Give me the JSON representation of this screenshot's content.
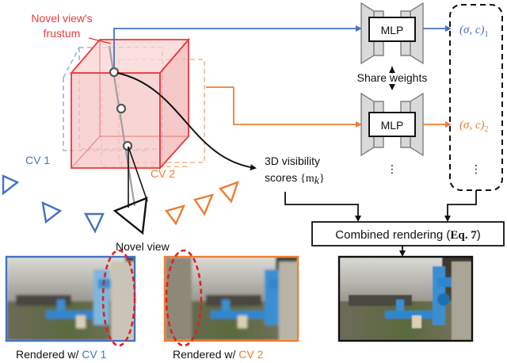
{
  "labels": {
    "novel_frustum_line1": "Novel view's",
    "novel_frustum_line2": "frustum",
    "cv1": "CV 1",
    "cv2": "CV 2",
    "novel_view": "Novel view",
    "visibility_line1": "3D visibility",
    "visibility_scores_prefix": "scores ",
    "visibility_scores_math": "{m",
    "visibility_scores_sub": "k",
    "visibility_scores_close": "}",
    "mlp_top": "MLP",
    "mlp_bottom": "MLP",
    "share_weights": "Share weights",
    "output_top": "(σ, c)",
    "output_top_sub": "1",
    "output_bottom": "(σ, c)",
    "output_bottom_sub": "2",
    "ellipsis": "⋮",
    "combined_prefix": "Combined rendering (",
    "combined_eq": "Eq. 7",
    "combined_suffix": ")",
    "rendered_cv1_prefix": "Rendered w/ ",
    "rendered_cv1_cv": "CV 1",
    "rendered_cv2_prefix": "Rendered w/ ",
    "rendered_cv2_cv": "CV 2"
  },
  "colors": {
    "cv1_blue": "#4472c4",
    "cv2_orange": "#ed7d31",
    "frustum_red": "#e83a3a",
    "cube_fill": "#f7c6c6",
    "mlp_gray": "#bfbfbf",
    "dashed_red": "#e02020"
  }
}
